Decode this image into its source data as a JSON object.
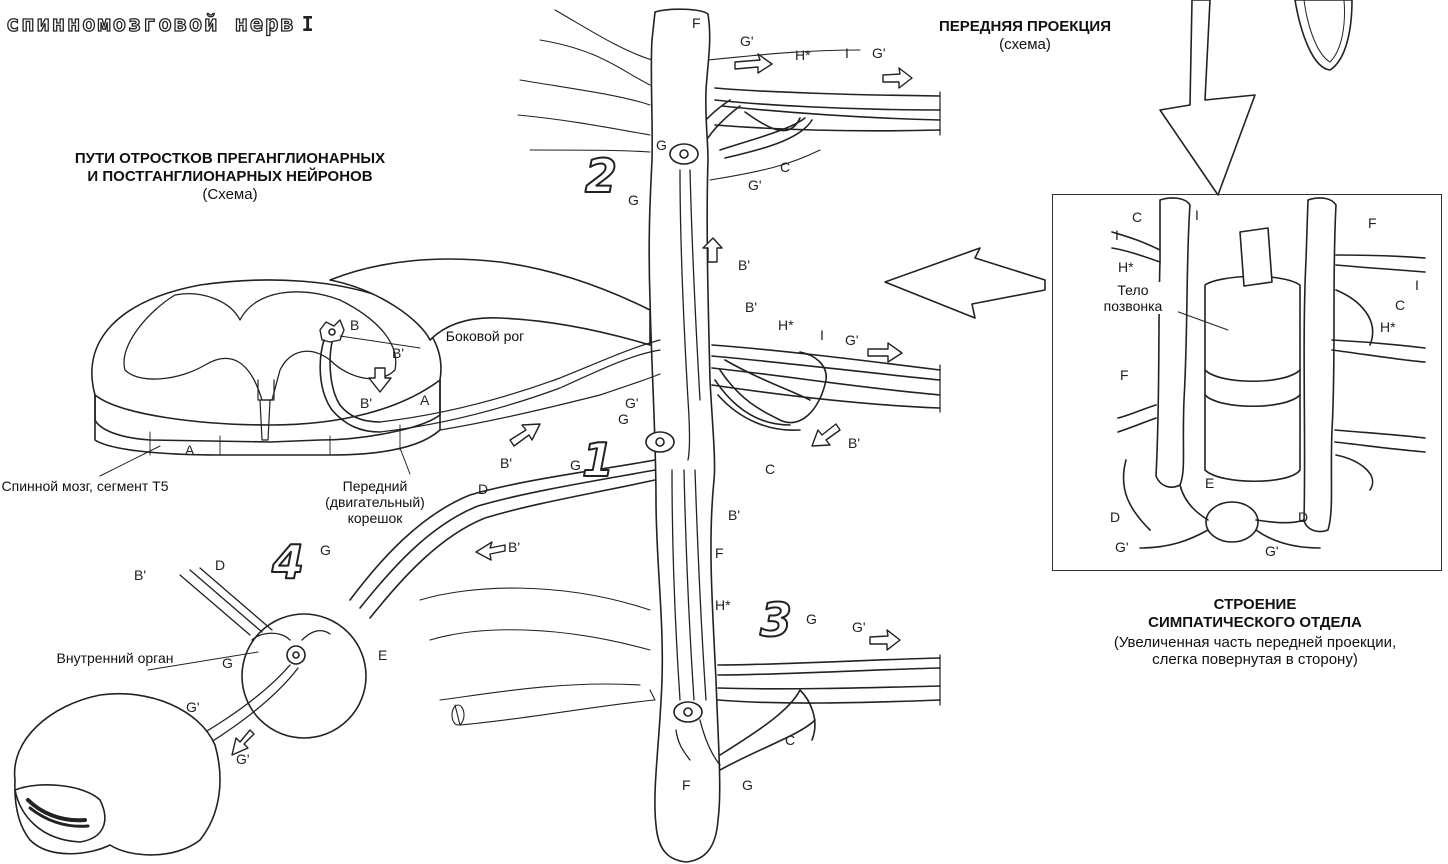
{
  "title": {
    "main": "спинномозговой нерв",
    "numeral": "I"
  },
  "front_projection": {
    "heading": "ПЕРЕДНЯЯ ПРОЕКЦИЯ",
    "note": "(схема)"
  },
  "pathways": {
    "heading_line1": "ПУТИ ОТРОСТКОВ ПРЕГАНГЛИОНАРНЫХ",
    "heading_line2": "И ПОСТГАНГЛИОНАРНЫХ НЕЙРОНОВ",
    "note": "(Схема)"
  },
  "labels": {
    "lateral_horn": "Боковой рог",
    "spinal_cord": "Спинной мозг, сегмент Т5",
    "anterior_root": "Передний (двигательный) корешок",
    "internal_organ": "Внутренний орган",
    "vertebral_body": "Тело позвонка"
  },
  "sympathetic": {
    "heading_line1": "СТРОЕНИЕ",
    "heading_line2": "СИМПАТИЧЕСКОГО ОТДЕЛА",
    "note": "(Увеличенная часть передней проекции, слегка повернутая в сторону)"
  },
  "letters": {
    "A": "A",
    "B": "B",
    "B1": "B'",
    "C": "C",
    "D": "D",
    "E": "E",
    "F": "F",
    "G": "G",
    "G1": "G'",
    "H": "H*",
    "I": "I",
    "n1": "1",
    "n2": "2",
    "n3": "3",
    "n4": "4"
  }
}
